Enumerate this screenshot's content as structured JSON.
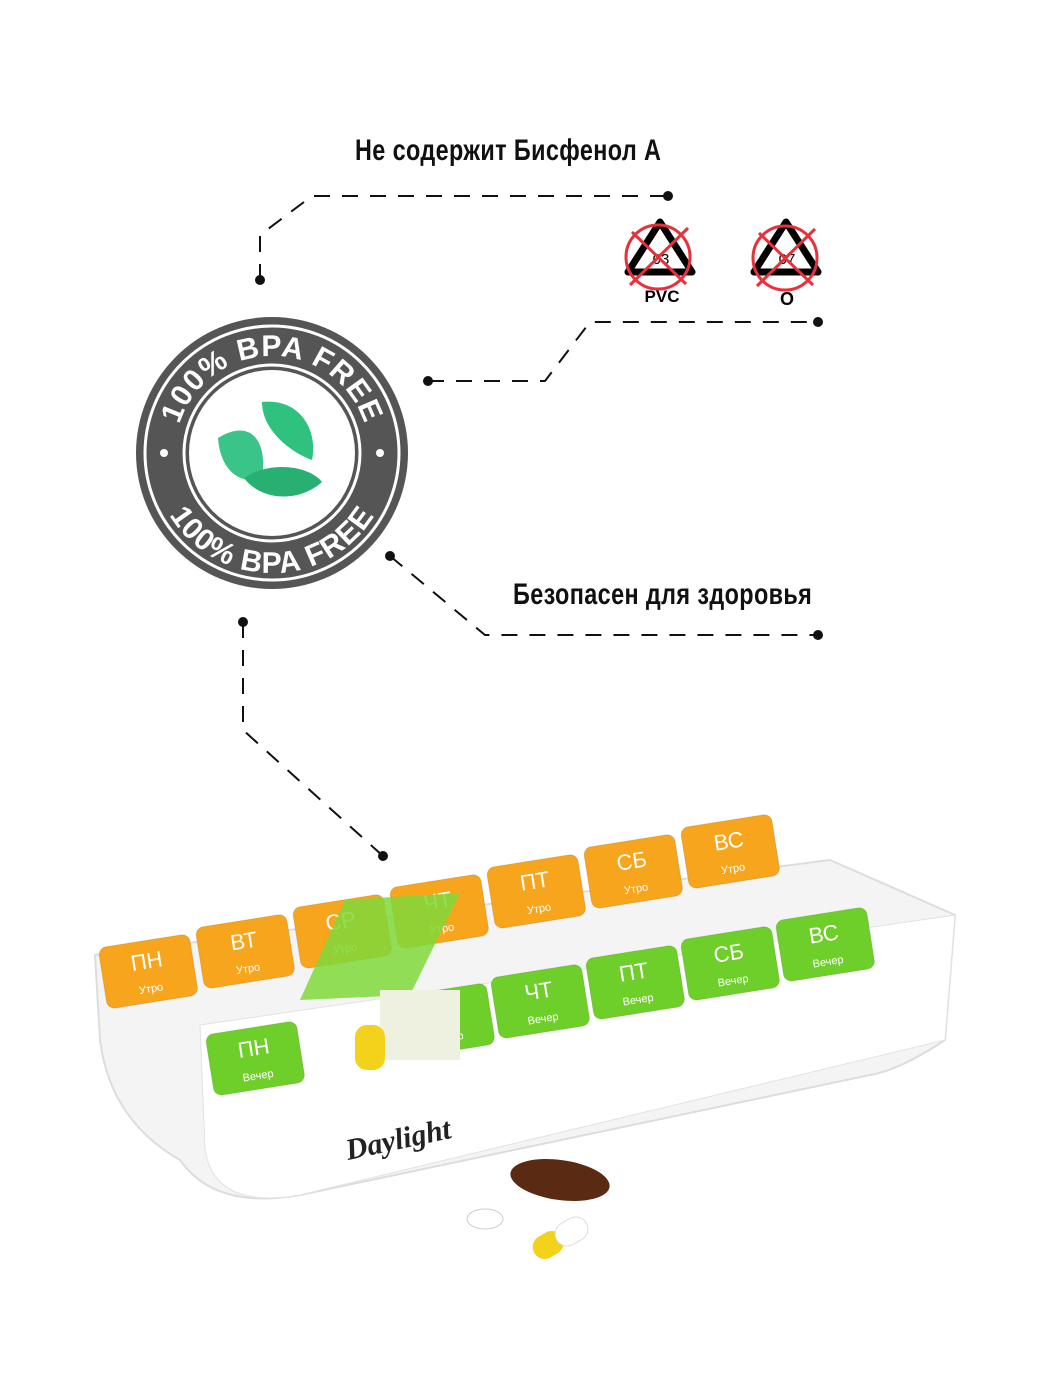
{
  "captions": {
    "bpa_free": "Не содержит Бисфенол А",
    "safe": "Безопасен для здоровья"
  },
  "badge": {
    "top_text": "100% BPA FREE",
    "bottom_text": "100% BPA FREE",
    "ring_color": "#555555",
    "leaf_color": "#2ec27e"
  },
  "recycle_icons": [
    {
      "code": "03",
      "label": "PVC"
    },
    {
      "code": "07",
      "label": "O"
    }
  ],
  "pillbox": {
    "brand": "Daylight",
    "morning_label": "Утро",
    "evening_label": "Вечер",
    "days": [
      "ПН",
      "ВТ",
      "СР",
      "ЧТ",
      "ПТ",
      "СБ",
      "ВС"
    ],
    "morning_color": "#f7a51c",
    "evening_color": "#6fcf2a"
  }
}
